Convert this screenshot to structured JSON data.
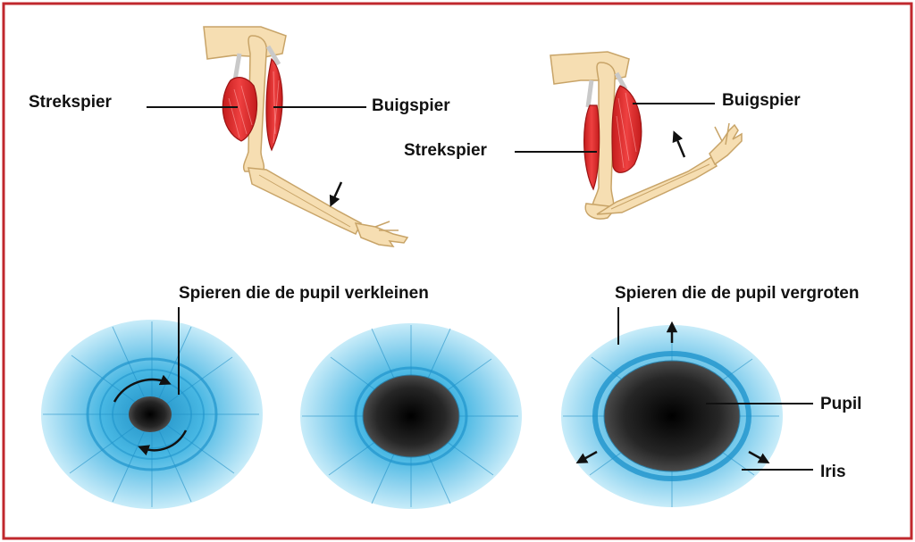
{
  "labels": {
    "extensor": "Strekspier",
    "flexor": "Buigspier",
    "constrict": "Spieren die de pupil verkleinen",
    "dilate": "Spieren die de pupil vergroten",
    "pupil": "Pupil",
    "iris": "Iris"
  },
  "colors": {
    "frame": "#c0282d",
    "muscle": "#e03030",
    "muscle_dark": "#b01818",
    "bone": "#f6deb2",
    "bone_outline": "#c8a468",
    "tendon": "#c9c9c9",
    "iris_outer": "#b3e3f5",
    "iris_inner": "#2aa6dc",
    "iris_ring": "#1f94cc",
    "pupil": "#1a1a1a",
    "line": "#111111"
  },
  "icons": [
    "arrow-down-icon",
    "arrow-up-icon",
    "rotation-arrow-icon",
    "dilate-arrow-icon"
  ]
}
